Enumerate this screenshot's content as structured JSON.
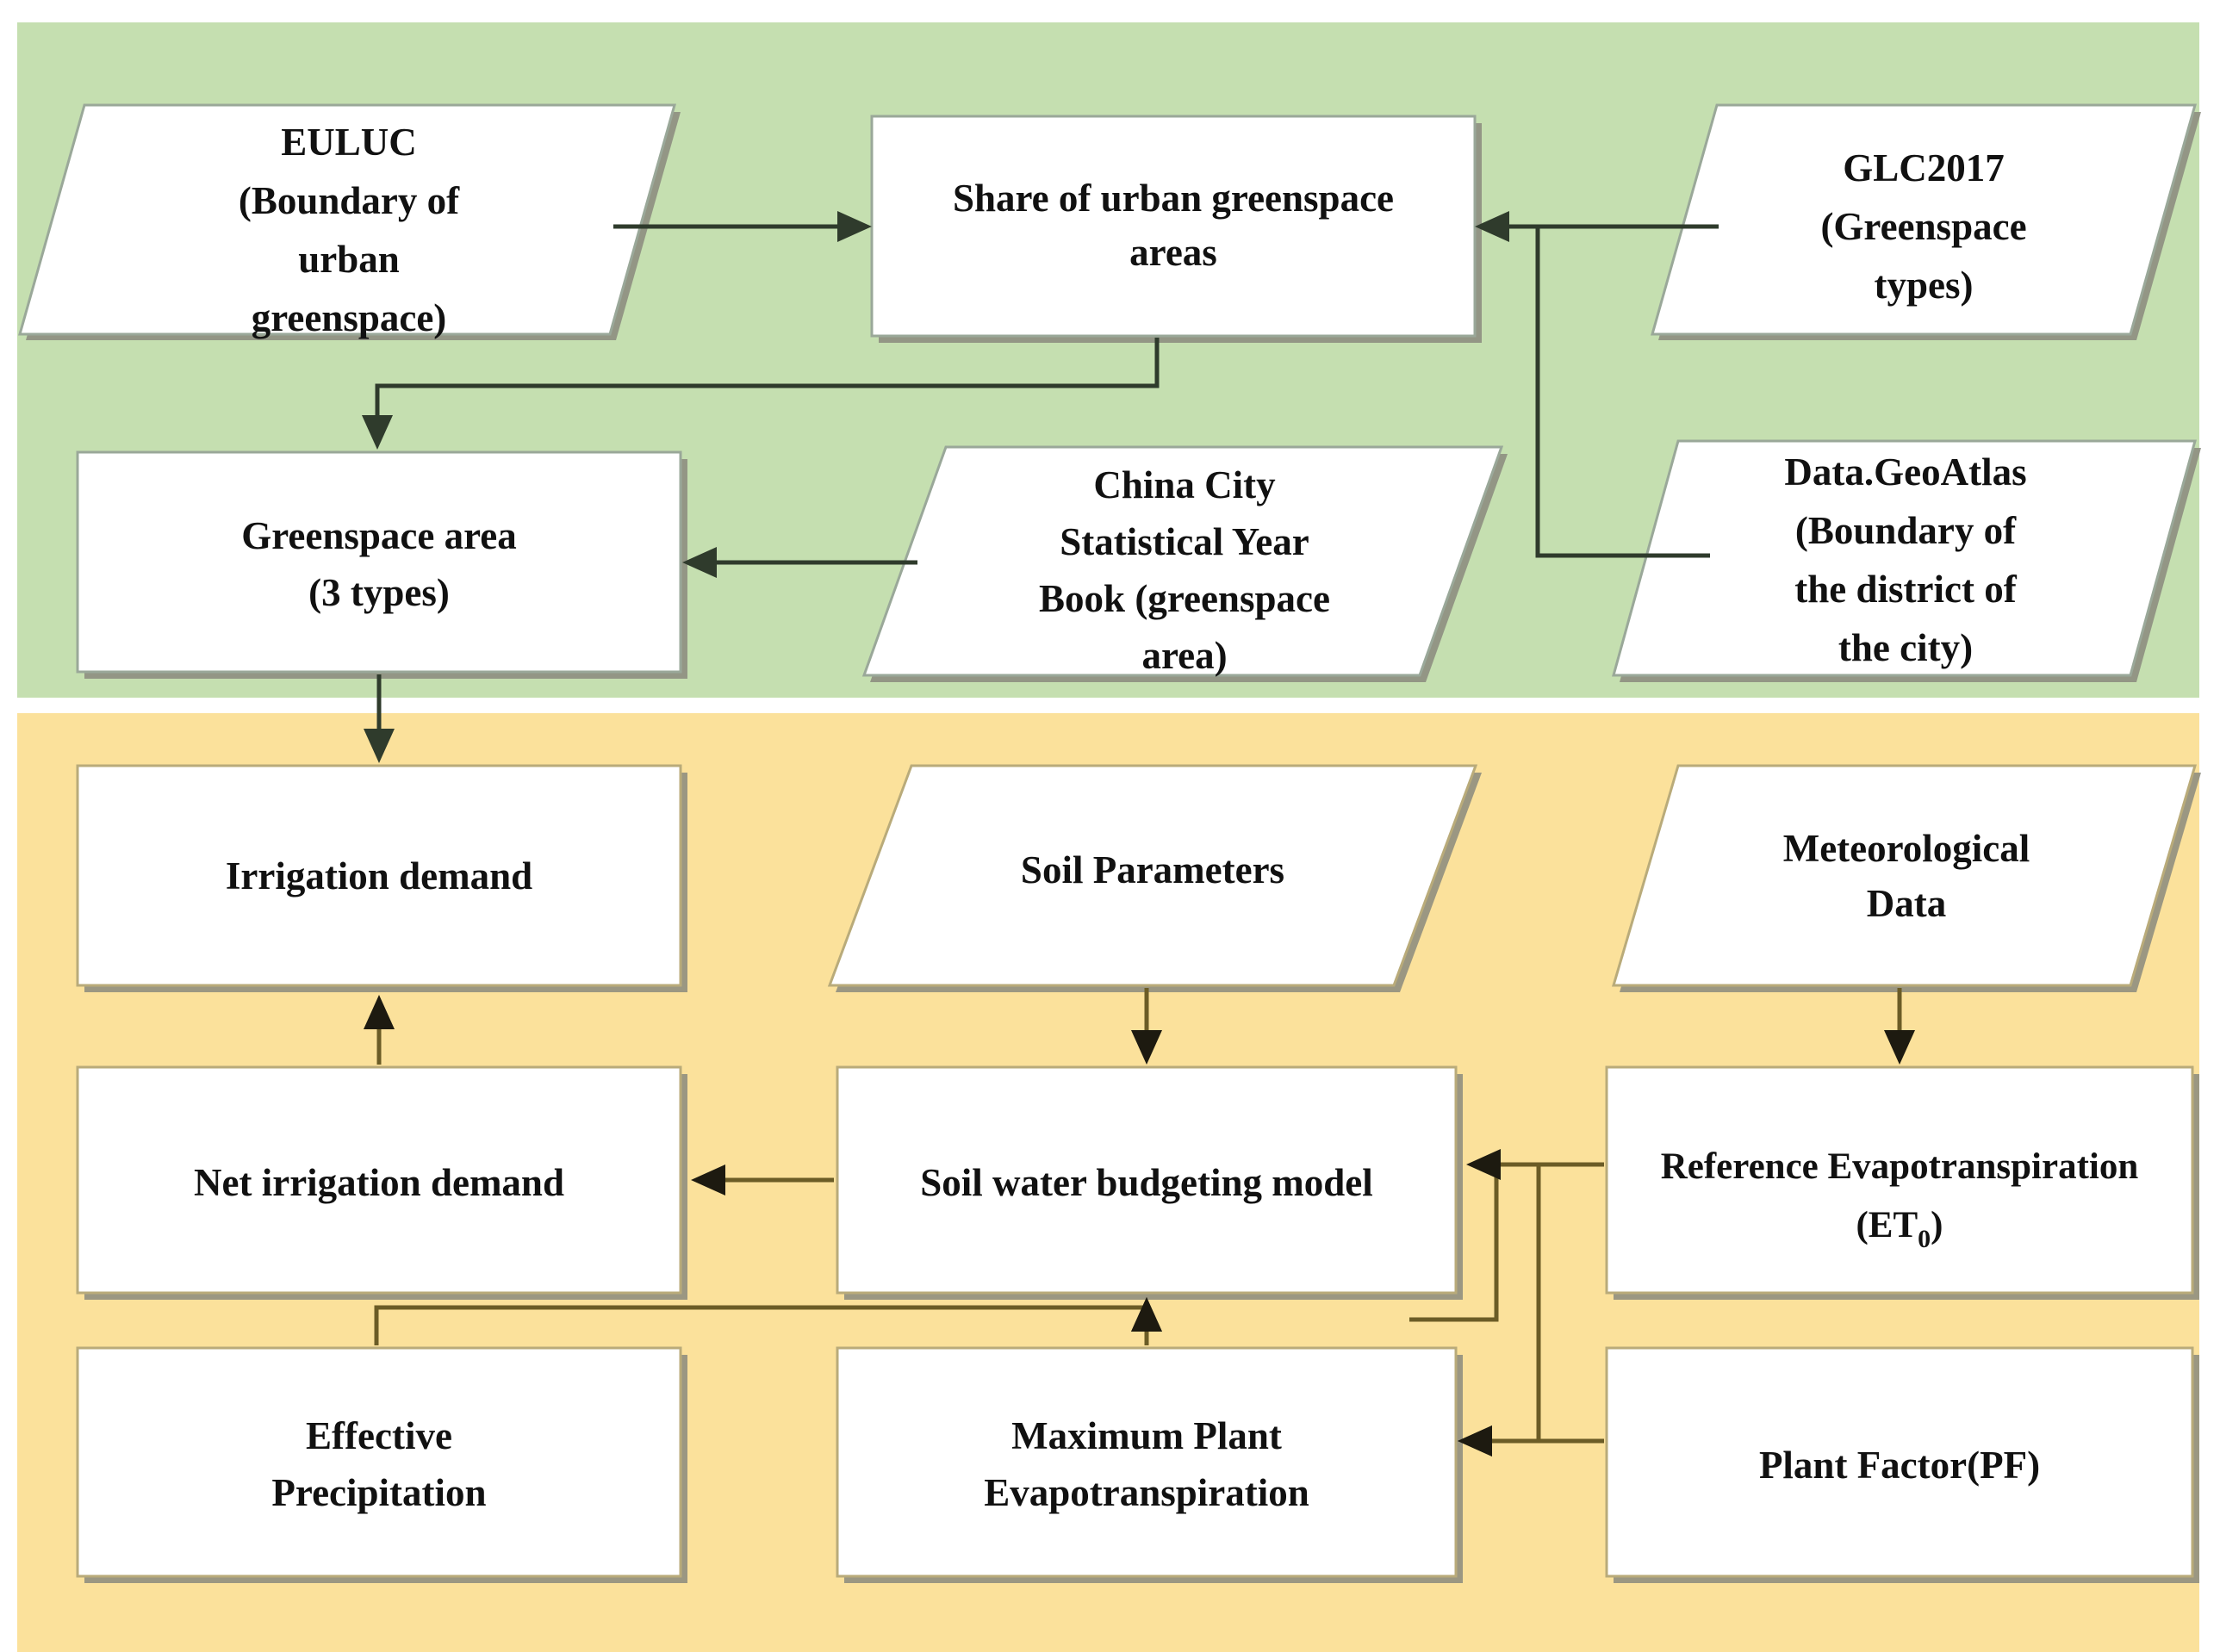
{
  "diagram": {
    "title": "Urban greenspace irrigation demand workflow",
    "bands": [
      {
        "id": "data-band",
        "name": "green-data-band",
        "color": "#c5dfb0"
      },
      {
        "id": "model-band",
        "name": "yellow-model-band",
        "color": "#fbe19b"
      }
    ],
    "colors": {
      "green_band": "#c5dfb0",
      "yellow_band": "#fbe19b",
      "node_fill": "#ffffff",
      "connector_green": "#2f3b2c",
      "connector_yellow": "#6b5c26",
      "text": "#111111"
    },
    "nodes": [
      {
        "id": "euluc",
        "shape": "parallelogram",
        "band": "green",
        "lines": [
          "EULUC",
          "(Boundary of",
          "urban",
          "greenspace)"
        ]
      },
      {
        "id": "share",
        "shape": "rectangle",
        "band": "green",
        "lines": [
          "Share of urban greenspace",
          "areas"
        ]
      },
      {
        "id": "glc2017",
        "shape": "parallelogram",
        "band": "green",
        "lines": [
          "GLC2017",
          "(Greenspace",
          "types)"
        ]
      },
      {
        "id": "greenspace-area",
        "shape": "rectangle",
        "band": "green",
        "lines": [
          "Greenspace area",
          "(3 types)"
        ]
      },
      {
        "id": "yearbook",
        "shape": "parallelogram",
        "band": "green",
        "lines": [
          "China City",
          "Statistical Year",
          "Book (greenspace",
          "area)"
        ]
      },
      {
        "id": "geoatlas",
        "shape": "parallelogram",
        "band": "green",
        "lines": [
          "Data.GeoAtlas",
          "(Boundary of",
          "the district of",
          "the city)"
        ]
      },
      {
        "id": "irrigation-demand",
        "shape": "rectangle",
        "band": "yellow",
        "lines": [
          "Irrigation demand"
        ]
      },
      {
        "id": "soil-parameters",
        "shape": "parallelogram",
        "band": "yellow",
        "lines": [
          "Soil Parameters"
        ]
      },
      {
        "id": "meteorological-data",
        "shape": "parallelogram",
        "band": "yellow",
        "lines": [
          "Meteorological",
          "Data"
        ]
      },
      {
        "id": "net-irrigation-demand",
        "shape": "rectangle",
        "band": "yellow",
        "lines": [
          "Net irrigation demand"
        ]
      },
      {
        "id": "soil-water-model",
        "shape": "rectangle",
        "band": "yellow",
        "lines": [
          "Soil water budgeting  model"
        ]
      },
      {
        "id": "reference-et",
        "shape": "rectangle",
        "band": "yellow",
        "lines": [
          "Reference  Evapotranspiration",
          "(ET₀)"
        ],
        "line2_main": "(ET",
        "line2_sub": "0",
        "line2_tail": ")"
      },
      {
        "id": "effective-precipitation",
        "shape": "rectangle",
        "band": "yellow",
        "lines": [
          "Effective",
          "Precipitation"
        ]
      },
      {
        "id": "max-plant-et",
        "shape": "rectangle",
        "band": "yellow",
        "lines": [
          "Maximum Plant",
          "Evapotranspiration"
        ]
      },
      {
        "id": "plant-factor",
        "shape": "rectangle",
        "band": "yellow",
        "lines": [
          "Plant Factor(PF)"
        ]
      }
    ],
    "edges": [
      {
        "id": "e1",
        "from": "euluc",
        "to": "share",
        "style": "straight-right"
      },
      {
        "id": "e2",
        "from": "glc2017",
        "to": "share",
        "style": "straight-left"
      },
      {
        "id": "e3",
        "from": "geoatlas",
        "to": "share",
        "style": "elbow-up-left"
      },
      {
        "id": "e4",
        "from": "share",
        "to": "greenspace-area",
        "style": "elbow-down-left-down"
      },
      {
        "id": "e5",
        "from": "yearbook",
        "to": "greenspace-area",
        "style": "straight-left"
      },
      {
        "id": "e6",
        "from": "greenspace-area",
        "to": "irrigation-demand",
        "style": "straight-down"
      },
      {
        "id": "e7",
        "from": "soil-parameters",
        "to": "soil-water-model",
        "style": "straight-down"
      },
      {
        "id": "e8",
        "from": "meteorological-data",
        "to": "reference-et",
        "style": "straight-down"
      },
      {
        "id": "e9",
        "from": "soil-water-model",
        "to": "net-irrigation-demand",
        "style": "straight-left"
      },
      {
        "id": "e10",
        "from": "net-irrigation-demand",
        "to": "irrigation-demand",
        "style": "straight-up"
      },
      {
        "id": "e11",
        "from": "reference-et",
        "to": "soil-water-model",
        "style": "elbow-left"
      },
      {
        "id": "e12",
        "from": "reference-et",
        "to": "max-plant-et",
        "style": "elbow-down-left"
      },
      {
        "id": "e13",
        "from": "plant-factor",
        "to": "max-plant-et",
        "style": "straight-left"
      },
      {
        "id": "e14",
        "from": "effective-precipitation",
        "to": "soil-water-model",
        "style": "elbow-up-right-up"
      },
      {
        "id": "e15",
        "from": "max-plant-et",
        "to": "soil-water-model",
        "style": "elbow-up"
      }
    ]
  }
}
